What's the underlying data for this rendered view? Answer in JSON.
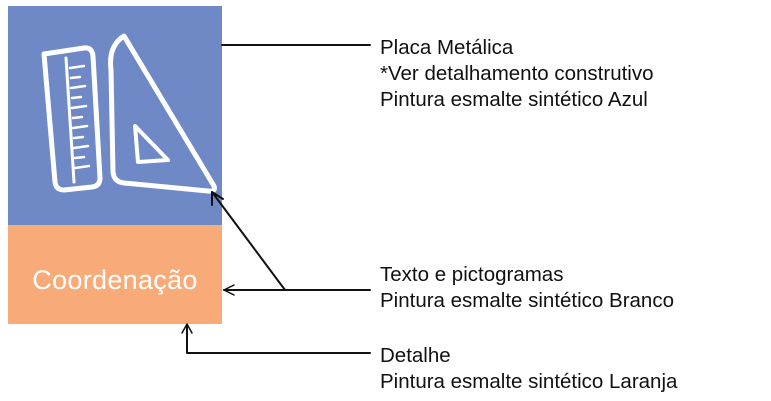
{
  "sign": {
    "label": "Coordenação",
    "icon": "ruler-and-set-square-icon",
    "colors": {
      "blue": "#6e89c6",
      "orange": "#f8ab78",
      "text": "#ffffff"
    }
  },
  "notes": {
    "placa": {
      "title": "Placa Metálica",
      "line2": "*Ver detalhamento construtivo",
      "line3": "Pintura esmalte sintético Azul"
    },
    "texto": {
      "title": "Texto e pictogramas",
      "line2": "Pintura esmalte sintético Branco"
    },
    "detalhe": {
      "title": "Detalhe",
      "line2": "Pintura esmalte sintético Laranja"
    }
  }
}
